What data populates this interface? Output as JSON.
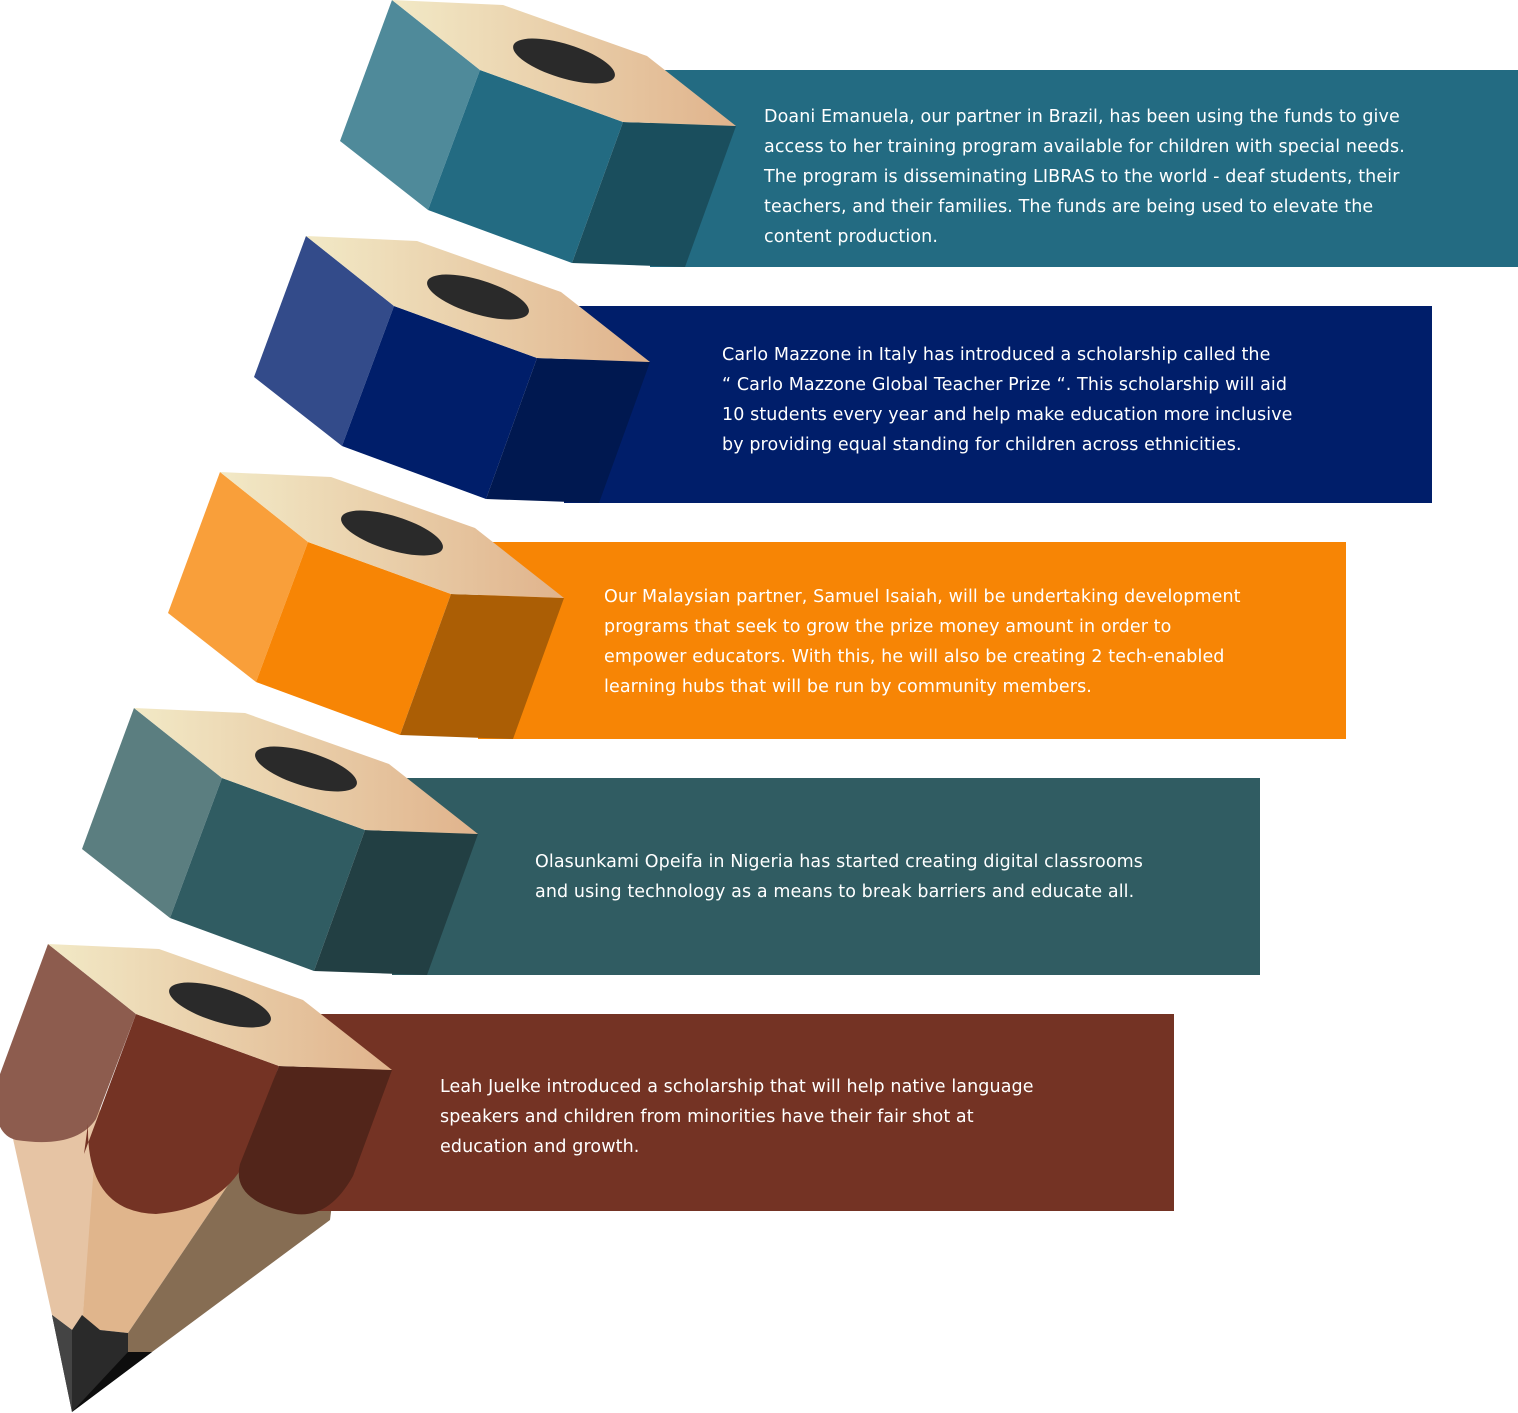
{
  "items": [
    {
      "lines": [
        "Doani Emanuela, our partner in Brazil, has been using the funds to give",
        "access to her training program available for children with special needs.",
        "The program is disseminating LIBRAS to the world - deaf students, their",
        "teachers, and their families. The funds are being used to elevate the",
        "content production."
      ],
      "colors": {
        "banner": "#236b82",
        "left": "#4f8a9a",
        "right": "#1a4e5d"
      }
    },
    {
      "lines": [
        "Carlo Mazzone in Italy has introduced a scholarship called the",
        "“ Carlo Mazzone Global Teacher Prize “. This scholarship will aid",
        "10 students every year and help make education more inclusive",
        "by providing equal standing for children across ethnicities."
      ],
      "colors": {
        "banner": "#001e6a",
        "left": "#334b8a",
        "right": "#001850"
      }
    },
    {
      "lines": [
        "Our Malaysian partner, Samuel Isaiah, will be undertaking development",
        "programs that seek to grow the prize money amount in order to",
        "empower educators. With this, he will also be creating 2 tech-enabled",
        "learning hubs that will be run by community members."
      ],
      "colors": {
        "banner": "#f78505",
        "left": "#f99f3a",
        "right": "#ab5e05"
      }
    },
    {
      "lines": [
        "Olasunkami Opeifa in Nigeria has started creating digital classrooms",
        "and using technology as a means to break barriers and educate all."
      ],
      "colors": {
        "banner": "#305c62",
        "left": "#5b7e80",
        "right": "#223f43"
      }
    },
    {
      "lines": [
        "Leah Juelke introduced a scholarship that will help native language",
        "speakers and children from minorities have their fair shot at",
        "education and growth."
      ],
      "colors": {
        "banner": "#743324",
        "left": "#8d5c4e",
        "right": "#52251a"
      }
    }
  ],
  "pencil": {
    "wood_light": "#e6c4a4",
    "wood_mid": "#e0b58c",
    "wood_dark": "#866d53",
    "lead": "#2a2a2a",
    "top_start": "#f2e9c6",
    "top_end": "#e0b38c"
  }
}
